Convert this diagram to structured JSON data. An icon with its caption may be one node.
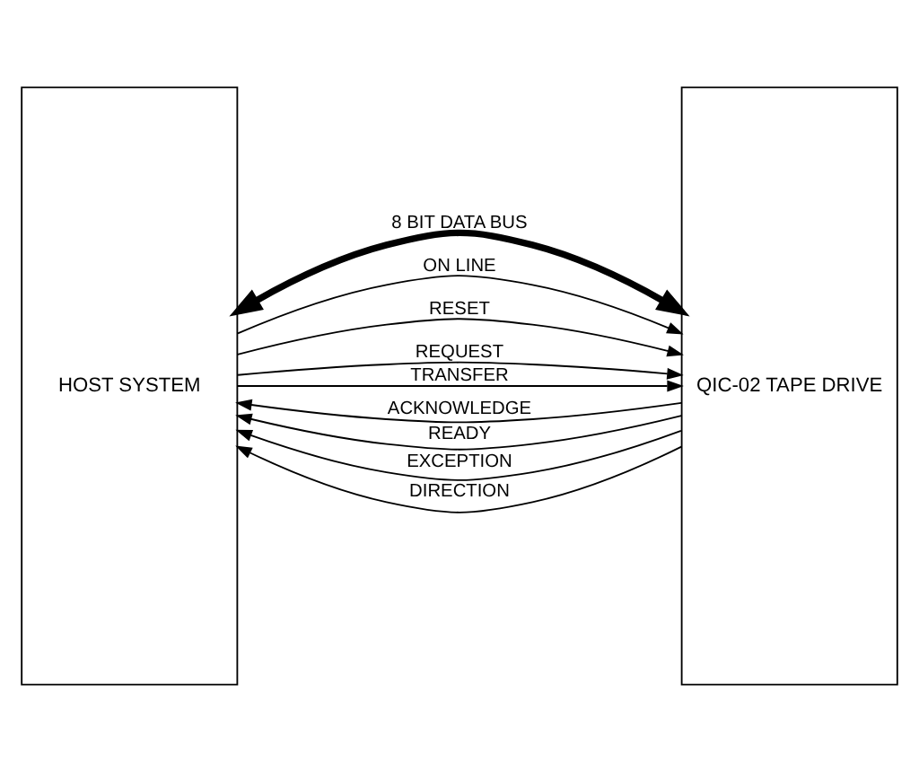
{
  "diagram": {
    "nodes": [
      {
        "text": [
          "HOST SYSTEM"
        ]
      },
      {
        "text": [
          "QIC-02 TAPE DRIVE"
        ]
      }
    ],
    "edges": [
      {
        "from": 1,
        "to": 0,
        "arrow": "to",
        "label": "ACKNOWLEDGE"
      },
      {
        "from": 1,
        "to": 0,
        "arrow": "to",
        "label": "READY"
      },
      {
        "from": 1,
        "to": 0,
        "arrow": "to",
        "label": "EXCEPTION"
      },
      {
        "from": 1,
        "to": 0,
        "arrow": "to",
        "label": "DIRECTION"
      },
      {
        "from": 0,
        "to": 1,
        "arrow": "both",
        "label": "8 BIT DATA BUS",
        "style": "thick"
      },
      {
        "from": 0,
        "to": 1,
        "arrow": "to",
        "label": "ON LINE"
      },
      {
        "from": 0,
        "to": 1,
        "arrow": "to",
        "label": "RESET"
      },
      {
        "from": 0,
        "to": 1,
        "arrow": "to",
        "label": "REQUEST"
      },
      {
        "from": 0,
        "to": 1,
        "arrow": "to",
        "label": "TRANSFER"
      }
    ]
  }
}
